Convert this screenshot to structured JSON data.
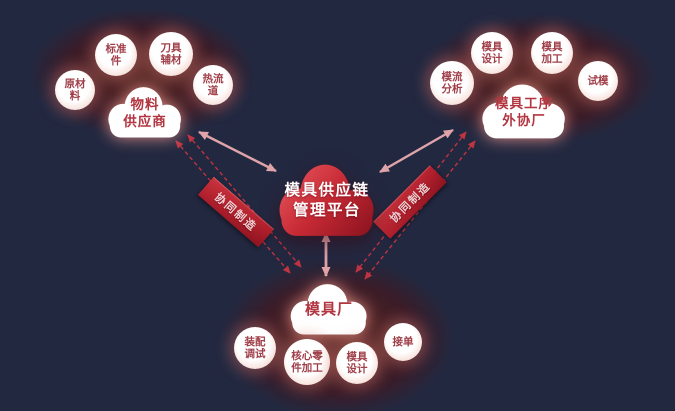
{
  "platform": {
    "line1": "模具供应链",
    "line2": "管理平台"
  },
  "clusters": [
    {
      "id": "material-suppliers",
      "line1": "物料",
      "line2": "供应商",
      "satellites": [
        {
          "line1": "原材",
          "line2": "料"
        },
        {
          "line1": "标准",
          "line2": "件"
        },
        {
          "line1": "刀具",
          "line2": "辅材"
        },
        {
          "line1": "热流",
          "line2": "道"
        }
      ]
    },
    {
      "id": "mold-process-outsourcing-factory",
      "line1": "模具工序",
      "line2": "外协厂",
      "satellites": [
        {
          "line1": "模流",
          "line2": "分析"
        },
        {
          "line1": "模具",
          "line2": "设计"
        },
        {
          "line1": "模具",
          "line2": "加工"
        },
        {
          "line1": "试模",
          "line2": ""
        }
      ]
    },
    {
      "id": "mold-factory",
      "line1": "模具厂",
      "line2": "",
      "satellites": [
        {
          "line1": "装配",
          "line2": "调试"
        },
        {
          "line1": "核心零",
          "line2": "件加工"
        },
        {
          "line1": "模具",
          "line2": "设计"
        },
        {
          "line1": "接单",
          "line2": ""
        }
      ]
    }
  ],
  "ribbons": [
    {
      "label": "协同制造"
    },
    {
      "label": "协同制造"
    }
  ],
  "colors": {
    "background": "#222840",
    "cluster_glow": "#4a2124",
    "platform_red_top": "#e8565e",
    "platform_red_bottom": "#8e1420",
    "solid_arrow_pink": "#dfa3aa",
    "dashed_link_red": "#bf3440",
    "ribbon_red": "#b01f2c",
    "bubble_text_red": "#a03f49",
    "cloud_text_red": "#b23540"
  }
}
